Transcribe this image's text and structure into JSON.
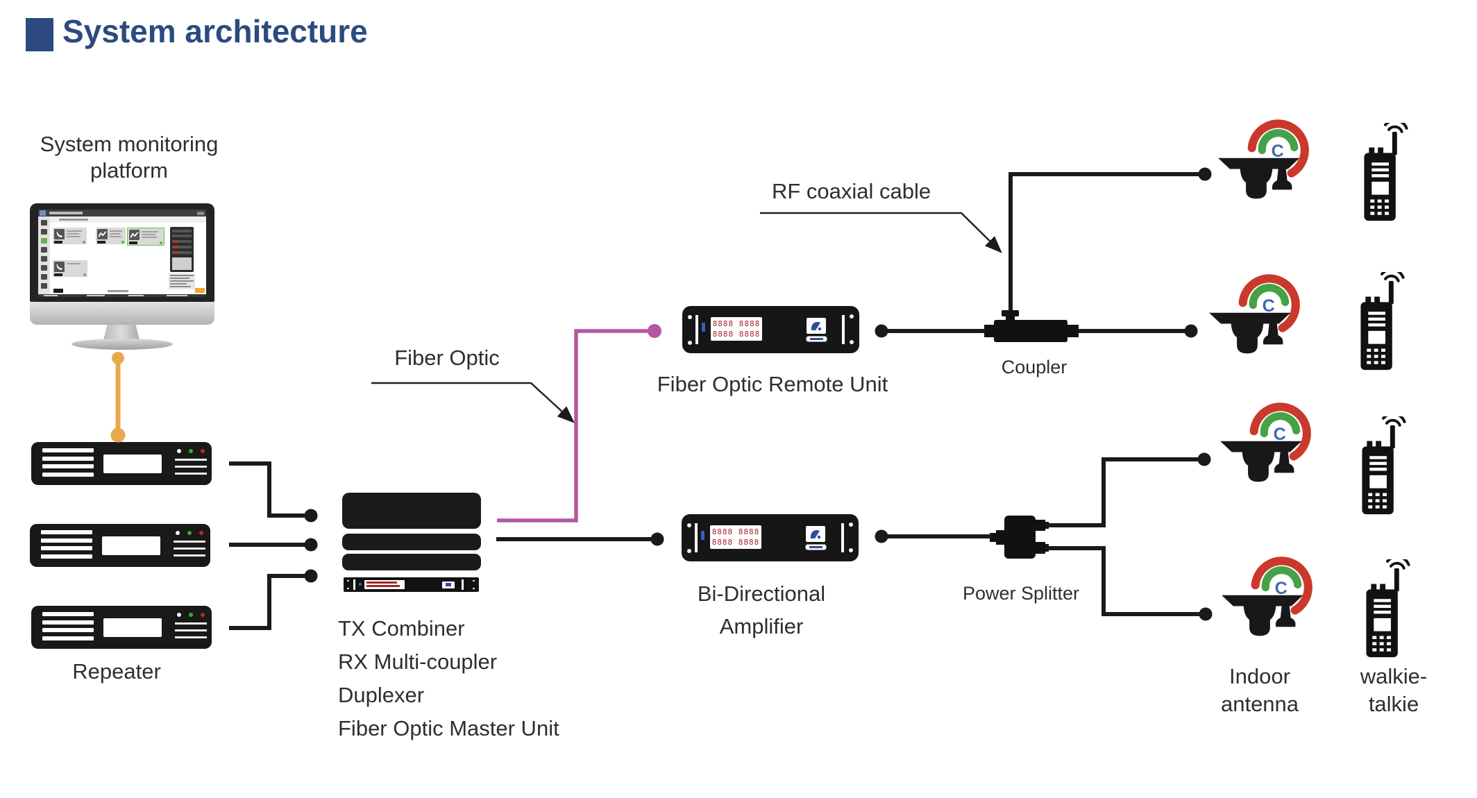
{
  "title": {
    "text": "System architecture",
    "color": "#2c4a80"
  },
  "labels": {
    "monitoring_platform": [
      "System monitoring",
      "platform"
    ],
    "repeater": "Repeater",
    "combiner_stack": [
      "TX Combiner",
      "RX Multi-coupler",
      "Duplexer",
      "Fiber Optic Master Unit"
    ],
    "fiber_optic": "Fiber Optic",
    "fiber_optic_remote_unit": "Fiber Optic Remote Unit",
    "rf_coaxial_cable": "RF coaxial cable",
    "coupler": "Coupler",
    "bi_directional_amplifier": [
      "Bi-Directional",
      "Amplifier"
    ],
    "power_splitter": "Power Splitter",
    "indoor_antenna": [
      "Indoor",
      "antenna"
    ],
    "walkie_talkie": [
      "walkie-",
      "talkie"
    ]
  },
  "devices": {
    "remote_unit_display_rows": [
      "8888 8888",
      "8888 8888"
    ],
    "antenna_badge_letter": "C"
  },
  "colors": {
    "title_blue": "#2c4a80",
    "cable_black": "#1a1a1a",
    "fiber_optic_purple": "#b158a0",
    "monitor_cable_orange": "#e8a94d",
    "device_black": "#161616",
    "signal_arc_red": "#cb392c",
    "signal_arc_green": "#46a246",
    "signal_letter_blue": "#3f6ab4",
    "led_green": "#3da53b",
    "led_red": "#c1271e",
    "seg_display_red": "#aa2130",
    "screen_button_orange": "#efa62e"
  }
}
